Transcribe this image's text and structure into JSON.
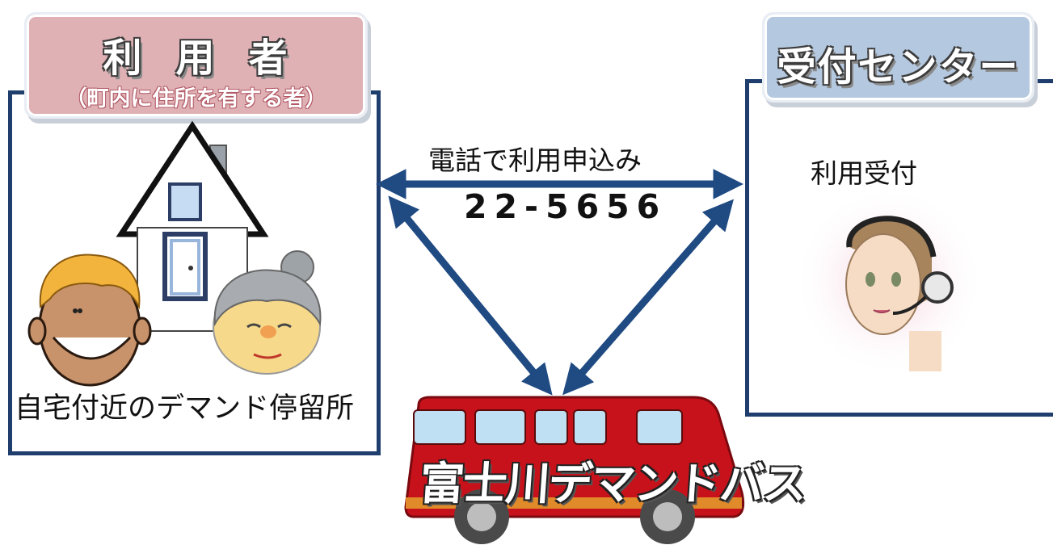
{
  "user": {
    "title": "利用者",
    "subtitle": "（町内に住所を有する者）",
    "stop_label": "自宅付近のデマンド停留所"
  },
  "center": {
    "title": "受付センター",
    "reception_label": "利用受付"
  },
  "phone": {
    "label": "電話で利用申込み",
    "number": "22-5656"
  },
  "bus": {
    "name": "富士川デマンドバス"
  },
  "colors": {
    "frame": "#1f3e6e",
    "arrow": "#1f4a82",
    "user_title_bg": "#dfb1b5",
    "center_title_bg": "#b4c8e0",
    "bus_body": "#c8121b"
  }
}
